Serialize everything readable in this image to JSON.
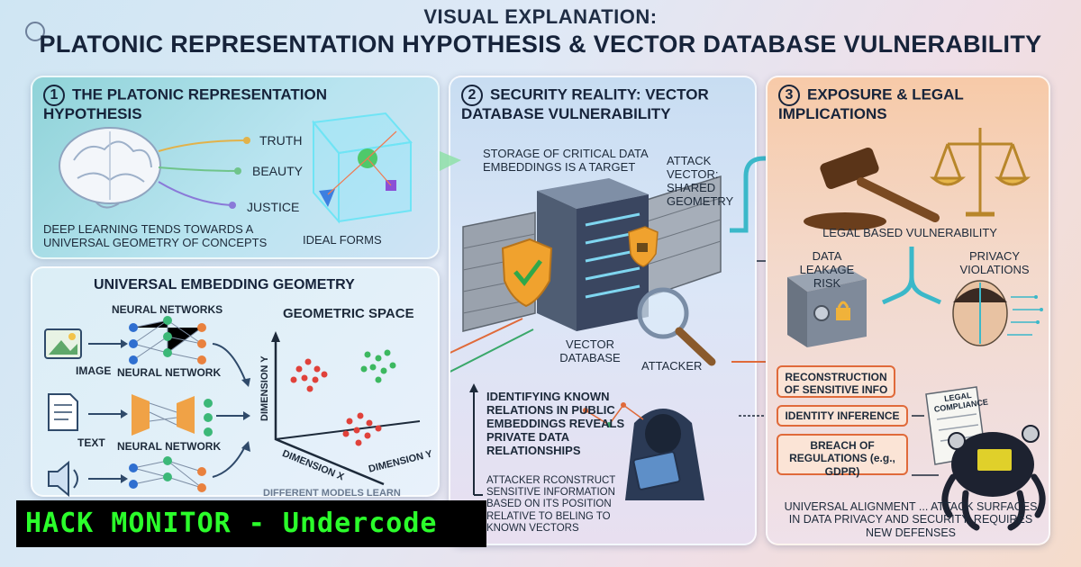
{
  "header": {
    "supertitle": "VISUAL EXPLANATION:",
    "title": "PLATONIC REPRESENTATION HYPOTHESIS & VECTOR DATABASE VULNERABILITY"
  },
  "panel1": {
    "number": "1",
    "title": "THE PLATONIC REPRESENTATION HYPOTHESIS",
    "concepts": [
      "TRUTH",
      "BEAUTY",
      "JUSTICE"
    ],
    "caption": "DEEP LEARNING TENDS TOWARDS A UNIVERSAL GEOMETRY OF CONCEPTS",
    "ideal_forms": "IDEAL FORMS"
  },
  "panel_geometry": {
    "title": "UNIVERSAL EMBEDDING GEOMETRY",
    "top_label": "NEURAL NETWORKS",
    "inputs": [
      {
        "label": "IMAGE",
        "icon": "image-icon",
        "network_label": "NEURAL NETWORK"
      },
      {
        "label": "TEXT",
        "icon": "document-icon",
        "network_label": "NEURAL NETWORK"
      },
      {
        "label": "",
        "icon": "speaker-icon",
        "network_label": ""
      }
    ],
    "space_title": "GEOMETRIC SPACE",
    "axis_y": "DIMENSION Y",
    "axis_x": "DIMENSION X",
    "axis_y2": "DIMENSION Y",
    "cut_text": "DIFFERENT MODELS LEARN"
  },
  "panel2": {
    "number": "2",
    "title": "SECURITY REALITY: VECTOR DATABASE VULNERABILITY",
    "storage": "STORAGE OF CRITICAL DATA EMBEDDINGS IS A TARGET",
    "attack_vector": "ATTACK VECTOR: SHARED GEOMETRY",
    "database_label": "VECTOR DATABASE",
    "attacker_label": "ATTACKER",
    "identify": "IDENTIFYING KNOWN RELATIONS IN PUBLIC EMBEDDINGS REVEALS PRIVATE DATA RELATIONSHIPS",
    "reconstruct": "ATTACKER RCONSTRUCT SENSITIVE INFORMATION BASED ON ITS POSITION RELATIVE TO BELING TO KNOWN VECTORS"
  },
  "panel3": {
    "number": "3",
    "title": "EXPOSURE & LEGAL IMPLICATIONS",
    "legal_vuln": "LEGAL BASED VULNERABILITY",
    "leakage": "DATA LEAKAGE RISK",
    "privacy": "PRIVACY VIOLATIONS",
    "items": [
      "RECONSTRUCTION OF SENSITIVE INFO",
      "IDENTITY INFERENCE",
      "BREACH OF REGULATIONS (e.g., GDPR)"
    ],
    "document": "LEGAL COMPLIANCE",
    "footer": "UNIVERSAL ALIGNMENT ... ATTACK SURFACES IN DATA PRIVACY AND SECURITY. REQUIRES NEW DEFENSES"
  },
  "banner": {
    "text": "HACK MONITOR - Undercode"
  },
  "colors": {
    "accent_orange": "#e06a3a",
    "accent_teal": "#3bb8c9",
    "banner_green": "#2bff2b"
  }
}
